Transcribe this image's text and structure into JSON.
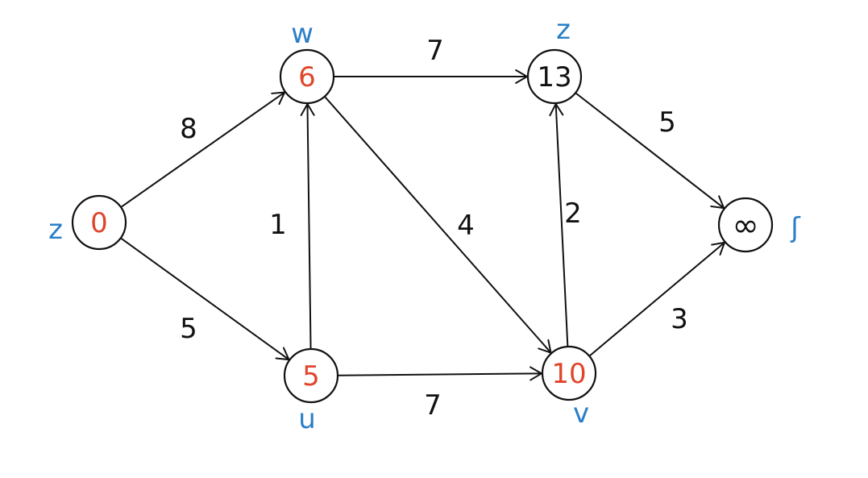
{
  "colors": {
    "settled": "#e0452b",
    "tentative": "#111111",
    "label": "#2a7ec7",
    "edge": "#111111"
  },
  "nodes": [
    {
      "id": "s",
      "label": "z",
      "distance": "0",
      "status": "settled"
    },
    {
      "id": "w",
      "label": "w",
      "distance": "6",
      "status": "settled"
    },
    {
      "id": "u",
      "label": "u",
      "distance": "5",
      "status": "settled"
    },
    {
      "id": "z",
      "label": "z",
      "distance": "13",
      "status": "tentative"
    },
    {
      "id": "v",
      "label": "v",
      "distance": "10",
      "status": "settled"
    },
    {
      "id": "t",
      "label": "ʃ",
      "distance": "∞",
      "status": "tentative"
    }
  ],
  "edges": [
    {
      "from": "s",
      "to": "w",
      "weight": "8"
    },
    {
      "from": "s",
      "to": "u",
      "weight": "5"
    },
    {
      "from": "u",
      "to": "w",
      "weight": "1"
    },
    {
      "from": "w",
      "to": "z",
      "weight": "7"
    },
    {
      "from": "w",
      "to": "v",
      "weight": "4"
    },
    {
      "from": "u",
      "to": "v",
      "weight": "7"
    },
    {
      "from": "v",
      "to": "z",
      "weight": "2"
    },
    {
      "from": "z",
      "to": "t",
      "weight": "5"
    },
    {
      "from": "v",
      "to": "t",
      "weight": "3"
    }
  ]
}
